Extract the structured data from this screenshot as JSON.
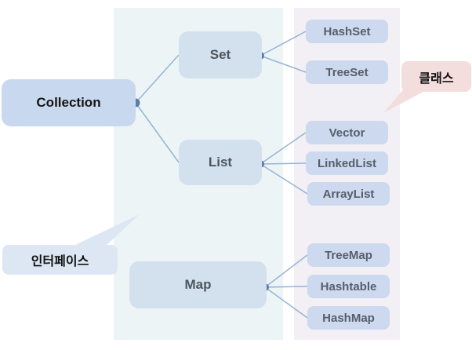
{
  "diagram": {
    "root": {
      "label": "Collection"
    },
    "interfaces": {
      "set": "Set",
      "list": "List",
      "map": "Map"
    },
    "classes": {
      "hashset": "HashSet",
      "treeset": "TreeSet",
      "vector": "Vector",
      "linkedlist": "LinkedList",
      "arraylist": "ArrayList",
      "treemap": "TreeMap",
      "hashtable": "Hashtable",
      "hashmap": "HashMap"
    },
    "callouts": {
      "class": "클래스",
      "interface": "인터페이스"
    },
    "colors": {
      "root_box": "#c8d8ee",
      "interface_box": "#d3e1ee",
      "class_box": "#cdd9ee",
      "interface_panel": "#edf4f6",
      "class_panel": "#f2eff5",
      "class_callout": "#f4dedd",
      "interface_callout": "#dce7f3",
      "connector": "#97b3d6",
      "junction_dot": "#5c7ba5"
    }
  }
}
